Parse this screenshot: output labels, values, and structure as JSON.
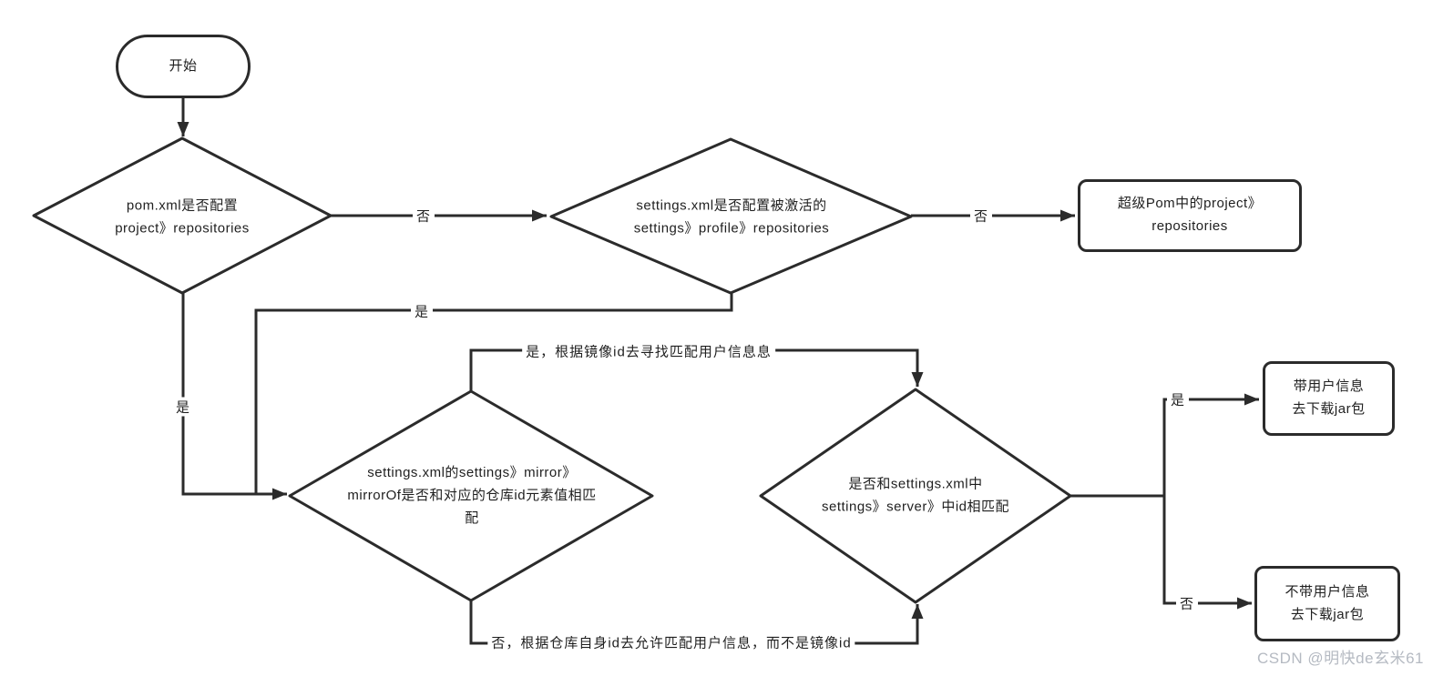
{
  "diagram": {
    "nodes": {
      "start": {
        "label": "开始"
      },
      "decision_pom": {
        "label": "pom.xml是否配置\nproject》repositories"
      },
      "decision_settings_profile": {
        "label": "settings.xml是否配置被激活的\nsettings》profile》repositories"
      },
      "decision_mirror": {
        "label": "settings.xml的settings》mirror》\nmirrorOf是否和对应的仓库id元素值相匹\n配"
      },
      "decision_server_id": {
        "label": "是否和settings.xml中\nsettings》server》中id相匹配"
      },
      "super_pom": {
        "label": "超级Pom中的project》\nrepositories"
      },
      "download_with_user": {
        "label": "带用户信息\n去下载jar包"
      },
      "download_without_user": {
        "label": "不带用户信息\n去下载jar包"
      }
    },
    "edge_labels": {
      "pom_no": "否",
      "pom_yes": "是",
      "profile_no": "否",
      "profile_yes": "是",
      "mirror_yes": "是，根据镜像id去寻找匹配用户信息息",
      "mirror_no": "否，根据仓库自身id去允许匹配用户信息，而不是镜像id",
      "server_yes": "是",
      "server_no": "否"
    },
    "colors": {
      "line": "#2b2b2b",
      "background": "#ffffff",
      "watermark_text": "#b5bac2"
    },
    "watermark": "CSDN @明快de玄米61"
  }
}
